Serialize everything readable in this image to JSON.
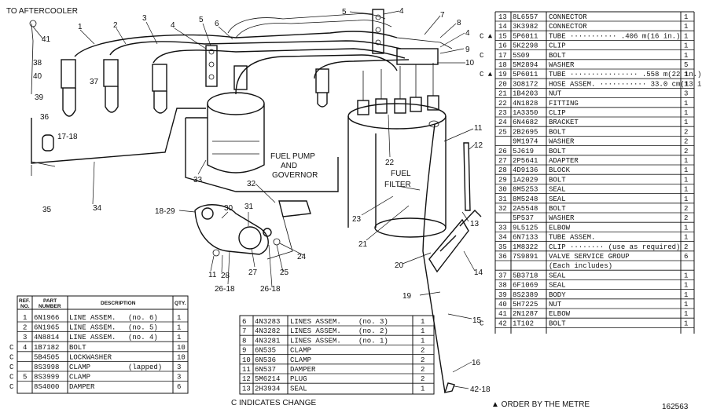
{
  "title_callout": "TO AFTERCOOLER",
  "center_labels": {
    "fuel_pump": "FUEL PUMP",
    "fuel_and": "AND",
    "governor": "GOVERNOR",
    "fuel": "FUEL",
    "filter": "FILTER"
  },
  "callouts": [
    "41",
    "1",
    "2",
    "3",
    "4",
    "5",
    "6",
    "5",
    "4",
    "7",
    "8",
    "4",
    "9",
    "10",
    "38",
    "40",
    "37",
    "39",
    "36",
    "17-18",
    "35",
    "34",
    "33",
    "22",
    "11",
    "12",
    "32",
    "18-29",
    "30",
    "31",
    "23",
    "21",
    "13",
    "24",
    "25",
    "26-18",
    "26-18",
    "27",
    "28",
    "11",
    "20",
    "14",
    "19",
    "15",
    "16",
    "42-18"
  ],
  "bottom_left_table": {
    "headers": {
      "ref": "REF.",
      "no": "NO.",
      "part": "PART",
      "number": "NUMBER",
      "desc": "DESCRIPTION",
      "qty": "QTY."
    },
    "rows": [
      {
        "c": "",
        "ref": "1",
        "part": "6N1966",
        "desc": "LINE ASSEM.",
        "note": "(no. 6)",
        "qty": "1"
      },
      {
        "c": "",
        "ref": "2",
        "part": "6N1965",
        "desc": "LINE ASSEM.",
        "note": "(no. 5)",
        "qty": "1"
      },
      {
        "c": "",
        "ref": "3",
        "part": "4N8814",
        "desc": "LINE ASSEM.",
        "note": "(no. 4)",
        "qty": "1"
      },
      {
        "c": "C",
        "ref": "4",
        "part": "1B7182",
        "desc": "BOLT",
        "note": "",
        "qty": "10"
      },
      {
        "c": "C",
        "ref": "",
        "part": "5B4505",
        "desc": "LOCKWASHER",
        "note": "",
        "qty": "10"
      },
      {
        "c": "C",
        "ref": "",
        "part": "8S3998",
        "desc": "CLAMP",
        "note": "(lapped)",
        "qty": "3"
      },
      {
        "c": "C",
        "ref": "5",
        "part": "8S3999",
        "desc": "CLAMP",
        "note": "",
        "qty": "3"
      },
      {
        "c": "C",
        "ref": "",
        "part": "8S4000",
        "desc": "DAMPER",
        "note": "",
        "qty": "6"
      }
    ]
  },
  "bottom_mid_table": {
    "rows": [
      {
        "ref": "6",
        "part": "4N3283",
        "desc": "LINES ASSEM.",
        "note": "(no. 3)",
        "qty": "1"
      },
      {
        "ref": "7",
        "part": "4N3282",
        "desc": "LINES ASSEM.",
        "note": "(no. 2)",
        "qty": "1"
      },
      {
        "ref": "8",
        "part": "4N3281",
        "desc": "LINES ASSEM.",
        "note": "(no. 1)",
        "qty": "1"
      },
      {
        "ref": "9",
        "part": "6N535",
        "desc": "CLAMP",
        "note": "",
        "qty": "2"
      },
      {
        "ref": "10",
        "part": "6N536",
        "desc": "CLAMP",
        "note": "",
        "qty": "2"
      },
      {
        "ref": "11",
        "part": "6N537",
        "desc": "DAMPER",
        "note": "",
        "qty": "2"
      },
      {
        "ref": "12",
        "part": "5M6214",
        "desc": "PLUG",
        "note": "",
        "qty": "2"
      },
      {
        "ref": "13",
        "part": "2H3934",
        "desc": "SEAL",
        "note": "",
        "qty": "1"
      }
    ]
  },
  "right_table": {
    "rows": [
      {
        "mark": "",
        "ref": "13",
        "part": "8L6557",
        "desc": "CONNECTOR",
        "qty": "1"
      },
      {
        "mark": "",
        "ref": "14",
        "part": "3K3982",
        "desc": "CONNECTOR",
        "qty": "1"
      },
      {
        "mark": "C ▲",
        "ref": "15",
        "part": "5P6011",
        "desc": "TUBE ··········· .406 m(16 in.)",
        "qty": "1"
      },
      {
        "mark": "",
        "ref": "16",
        "part": "5K2298",
        "desc": "CLIP",
        "qty": "1"
      },
      {
        "mark": "C",
        "ref": "17",
        "part": "5S09",
        "desc": "BOLT",
        "qty": "1"
      },
      {
        "mark": "",
        "ref": "18",
        "part": "5M2894",
        "desc": "WASHER",
        "qty": "5"
      },
      {
        "mark": "C ▲",
        "ref": "19",
        "part": "5P6011",
        "desc": "TUBE ················ .558 m(22 in.)",
        "qty": "1"
      },
      {
        "mark": "",
        "ref": "20",
        "part": "3O8172",
        "desc": "HOSE ASSEM. ··········· 33.0 cm(13 in.)",
        "qty": "1"
      },
      {
        "mark": "",
        "ref": "21",
        "part": "1B4203",
        "desc": "NUT",
        "qty": "3"
      },
      {
        "mark": "",
        "ref": "22",
        "part": "4N1828",
        "desc": "FITTING",
        "qty": "1"
      },
      {
        "mark": "",
        "ref": "23",
        "part": "1A3350",
        "desc": "CLIP",
        "qty": "1"
      },
      {
        "mark": "",
        "ref": "24",
        "part": "6N4682",
        "desc": "BRACKET",
        "qty": "1"
      },
      {
        "mark": "",
        "ref": "25",
        "part": "2B2695",
        "desc": "BOLT",
        "qty": "2"
      },
      {
        "mark": "",
        "ref": "",
        "part": "9M1974",
        "desc": "WASHER",
        "qty": "2"
      },
      {
        "mark": "",
        "ref": "26",
        "part": "5J619",
        "desc": "BOLT",
        "qty": "2"
      },
      {
        "mark": "",
        "ref": "27",
        "part": "2P5641",
        "desc": "ADAPTER",
        "qty": "1"
      },
      {
        "mark": "",
        "ref": "28",
        "part": "4D9136",
        "desc": "BLOCK",
        "qty": "1"
      },
      {
        "mark": "",
        "ref": "29",
        "part": "1A2029",
        "desc": "BOLT",
        "qty": "1"
      },
      {
        "mark": "",
        "ref": "30",
        "part": "8M5253",
        "desc": "SEAL",
        "qty": "1"
      },
      {
        "mark": "",
        "ref": "31",
        "part": "8M5248",
        "desc": "SEAL",
        "qty": "1"
      },
      {
        "mark": "",
        "ref": "32",
        "part": "2A5548",
        "desc": "BOLT",
        "qty": "2"
      },
      {
        "mark": "",
        "ref": "",
        "part": "5P537",
        "desc": "WASHER",
        "qty": "2"
      },
      {
        "mark": "",
        "ref": "33",
        "part": "9L5125",
        "desc": "ELBOW",
        "qty": "1"
      },
      {
        "mark": "",
        "ref": "34",
        "part": "6N7133",
        "desc": "TUBE ASSEM.",
        "qty": "1"
      },
      {
        "mark": "",
        "ref": "35",
        "part": "1M8322",
        "desc": "CLIP ········ (use as required)",
        "qty": "2"
      },
      {
        "mark": "",
        "ref": "36",
        "part": "7S9891",
        "desc": "VALVE SERVICE GROUP",
        "qty": "6"
      },
      {
        "mark": "",
        "ref": "",
        "part": "",
        "desc": "(Each includes)",
        "qty": ""
      },
      {
        "mark": "",
        "ref": "37",
        "part": "5B3718",
        "desc": "   SEAL",
        "qty": "1"
      },
      {
        "mark": "",
        "ref": "38",
        "part": "6F1069",
        "desc": "   SEAL",
        "qty": "1"
      },
      {
        "mark": "",
        "ref": "39",
        "part": "8S2389",
        "desc": "BODY",
        "qty": "1"
      },
      {
        "mark": "",
        "ref": "40",
        "part": "5H7225",
        "desc": "NUT",
        "qty": "1"
      },
      {
        "mark": "",
        "ref": "41",
        "part": "2N1287",
        "desc": "ELBOW",
        "qty": "1"
      },
      {
        "mark": "C",
        "ref": "42",
        "part": "1T102",
        "desc": "BOLT",
        "qty": "1"
      }
    ]
  },
  "footer": {
    "change_note": "C INDICATES CHANGE",
    "metre_note": "▲ ORDER BY THE METRE",
    "figure_no": "162563"
  }
}
